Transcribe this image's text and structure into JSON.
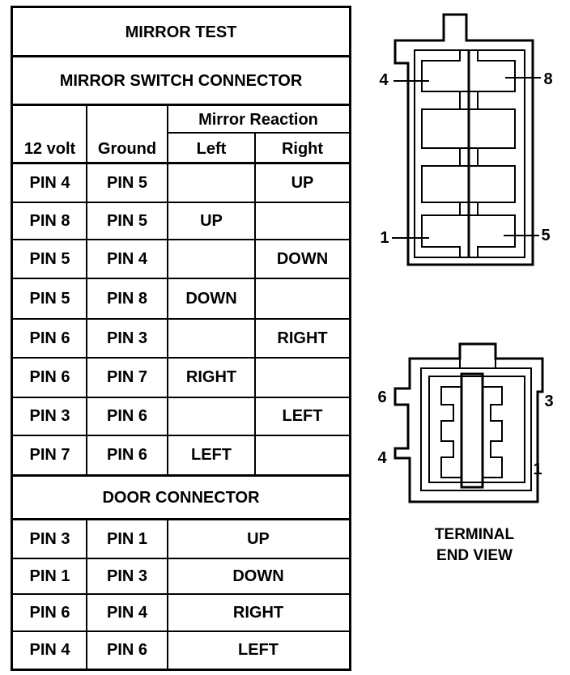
{
  "mirror_test": {
    "title": "MIRROR TEST",
    "switch_connector_title": "MIRROR SWITCH CONNECTOR",
    "col_12volt": "12 volt",
    "col_ground": "Ground",
    "col_reaction": "Mirror Reaction",
    "col_left": "Left",
    "col_right": "Right",
    "switch_rows": [
      {
        "v12": "PIN 4",
        "gnd": "PIN 5",
        "left": "",
        "right": "UP"
      },
      {
        "v12": "PIN 8",
        "gnd": "PIN 5",
        "left": "UP",
        "right": ""
      },
      {
        "v12": "PIN 5",
        "gnd": "PIN 4",
        "left": "",
        "right": "DOWN"
      },
      {
        "v12": "PIN 5",
        "gnd": "PIN 8",
        "left": "DOWN",
        "right": ""
      },
      {
        "v12": "PIN 6",
        "gnd": "PIN 3",
        "left": "",
        "right": "RIGHT"
      },
      {
        "v12": "PIN 6",
        "gnd": "PIN 7",
        "left": "RIGHT",
        "right": ""
      },
      {
        "v12": "PIN 3",
        "gnd": "PIN 6",
        "left": "",
        "right": "LEFT"
      },
      {
        "v12": "PIN 7",
        "gnd": "PIN 6",
        "left": "LEFT",
        "right": ""
      }
    ],
    "door_connector_title": "DOOR CONNECTOR",
    "door_rows": [
      {
        "v12": "PIN 3",
        "gnd": "PIN 1",
        "reaction": "UP"
      },
      {
        "v12": "PIN 1",
        "gnd": "PIN 3",
        "reaction": "DOWN"
      },
      {
        "v12": "PIN 6",
        "gnd": "PIN 4",
        "reaction": "RIGHT"
      },
      {
        "v12": "PIN 4",
        "gnd": "PIN 6",
        "reaction": "LEFT"
      }
    ]
  },
  "switch_diagram": {
    "pin_top_left": "4",
    "pin_top_right": "8",
    "pin_bottom_left": "1",
    "pin_bottom_right": "5"
  },
  "door_diagram": {
    "pin_6": "6",
    "pin_3": "3",
    "pin_4": "4",
    "pin_1": "1"
  },
  "caption": {
    "line1": "TERMINAL",
    "line2": "END VIEW"
  }
}
